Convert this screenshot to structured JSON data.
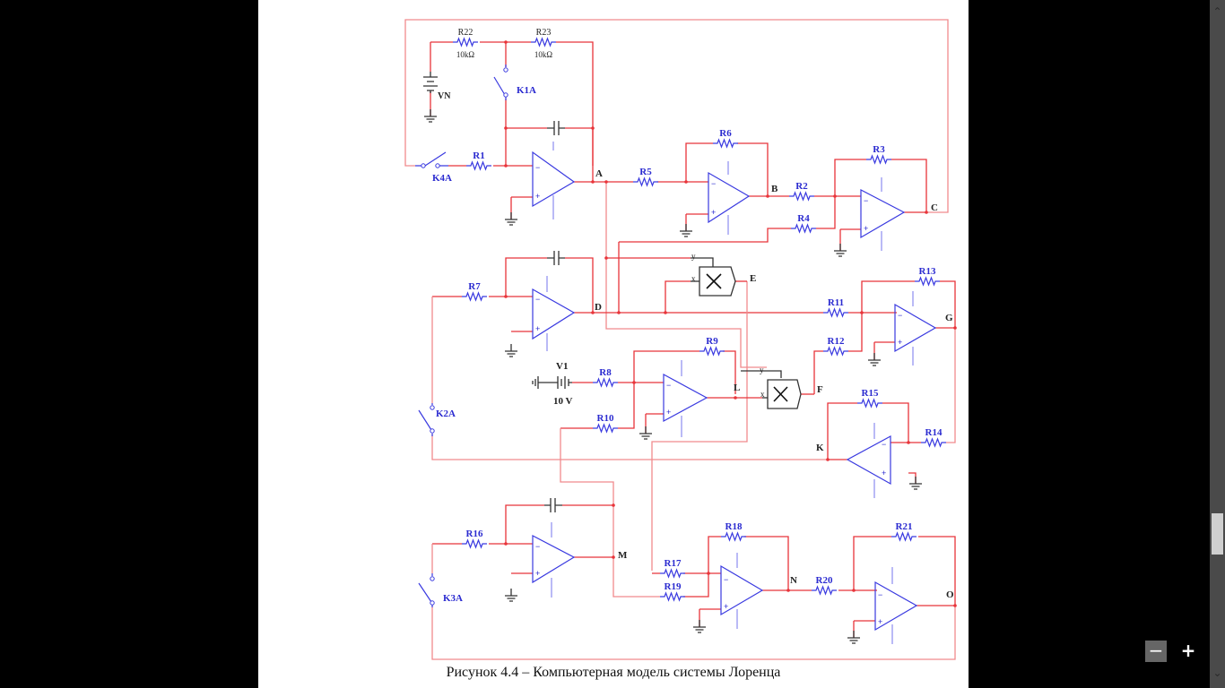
{
  "document": {
    "caption": "Рисунок 4.4 – Компьютерная модель системы Лоренца"
  },
  "schematic": {
    "resistors": [
      {
        "id": "r22",
        "label": "R22",
        "value": "10kΩ"
      },
      {
        "id": "r23",
        "label": "R23",
        "value": "10kΩ"
      },
      {
        "id": "r1",
        "label": "R1"
      },
      {
        "id": "r5",
        "label": "R5"
      },
      {
        "id": "r6",
        "label": "R6"
      },
      {
        "id": "r2",
        "label": "R2"
      },
      {
        "id": "r3",
        "label": "R3"
      },
      {
        "id": "r4",
        "label": "R4"
      },
      {
        "id": "r7",
        "label": "R7"
      },
      {
        "id": "r8",
        "label": "R8"
      },
      {
        "id": "r9",
        "label": "R9"
      },
      {
        "id": "r10",
        "label": "R10"
      },
      {
        "id": "r11",
        "label": "R11"
      },
      {
        "id": "r12",
        "label": "R12"
      },
      {
        "id": "r13",
        "label": "R13"
      },
      {
        "id": "r14",
        "label": "R14"
      },
      {
        "id": "r15",
        "label": "R15"
      },
      {
        "id": "r16",
        "label": "R16"
      },
      {
        "id": "r17",
        "label": "R17"
      },
      {
        "id": "r18",
        "label": "R18"
      },
      {
        "id": "r19",
        "label": "R19"
      },
      {
        "id": "r20",
        "label": "R20"
      },
      {
        "id": "r21",
        "label": "R21"
      }
    ],
    "switches": [
      {
        "id": "k1a",
        "label": "K1A"
      },
      {
        "id": "k2a",
        "label": "K2A"
      },
      {
        "id": "k3a",
        "label": "K3A"
      },
      {
        "id": "k4a",
        "label": "K4A"
      }
    ],
    "sources": [
      {
        "id": "vn",
        "label": "VN"
      },
      {
        "id": "v1",
        "label": "V1",
        "value": "10 V"
      }
    ],
    "multiplier_inputs": {
      "x": "x",
      "y": "y"
    },
    "nodes": [
      "A",
      "B",
      "C",
      "D",
      "E",
      "F",
      "G",
      "K",
      "L",
      "M",
      "N",
      "O"
    ],
    "opamp_pins": {
      "minus": "−",
      "plus": "+"
    }
  },
  "controls": {
    "zoom_out": "−",
    "zoom_in": "+",
    "scroll_up": "⌃",
    "scroll_down": "⌄"
  }
}
